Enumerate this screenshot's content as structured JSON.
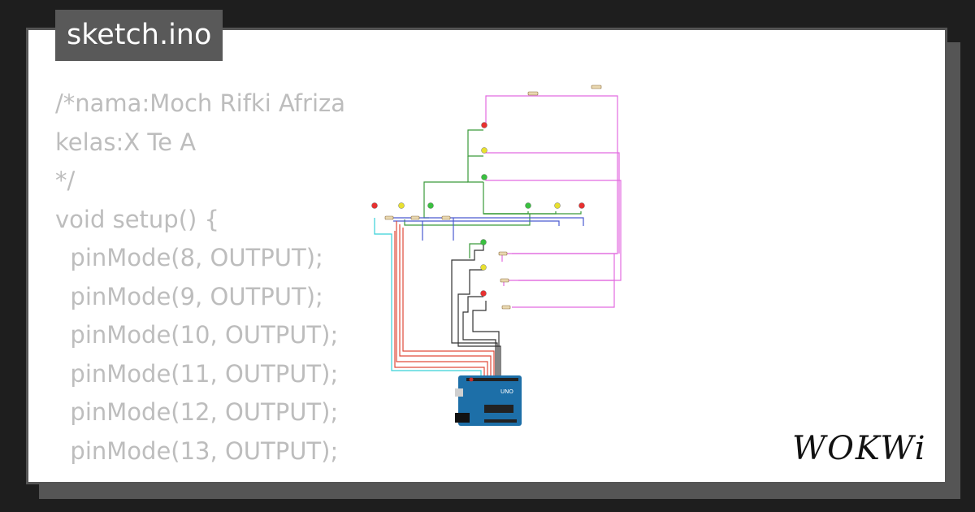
{
  "file_tab": {
    "label": "sketch.ino"
  },
  "code_lines": [
    "/*nama:Moch Rifki Afriza",
    "kelas:X Te A",
    "*/",
    "void setup() {",
    "  pinMode(8, OUTPUT);",
    "  pinMode(9, OUTPUT);",
    "  pinMode(10, OUTPUT);",
    "  pinMode(11, OUTPUT);",
    "  pinMode(12, OUTPUT);",
    "  pinMode(13, OUTPUT);"
  ],
  "brand": {
    "label": "WOKWi"
  },
  "colors": {
    "code_text": "#bdbdbd",
    "tab_bg": "#595959",
    "wire_pink": "#e26be0",
    "wire_green": "#3a9a3a",
    "wire_blue": "#4a5ad0",
    "wire_red": "#e04a3a",
    "wire_black": "#333333",
    "wire_cyan": "#38d0d8",
    "board": "#1d6fa8"
  },
  "circuit": {
    "led_colors": [
      "red",
      "yellow",
      "green",
      "green",
      "yellow",
      "red",
      "red",
      "yellow",
      "green",
      "green",
      "yellow",
      "red"
    ],
    "board_label": "UNO"
  }
}
